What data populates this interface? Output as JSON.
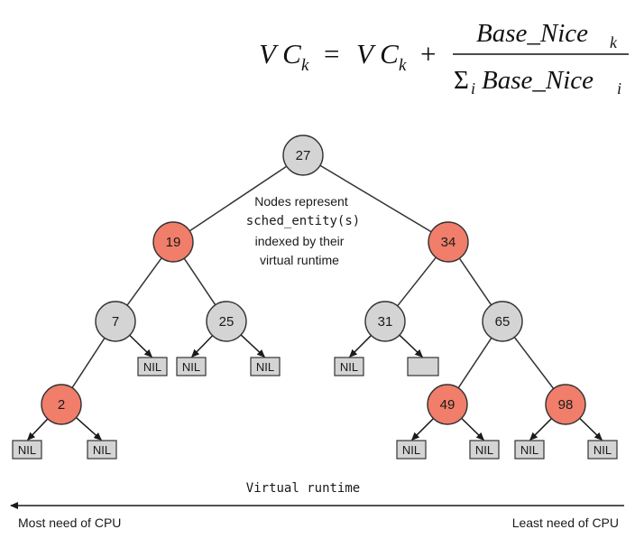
{
  "formula": {
    "lhs_var": "V C",
    "lhs_sub": "k",
    "equals": "=",
    "rhs_var": "V C",
    "rhs_sub": "k",
    "plus": "+",
    "num": "Base_Nice",
    "num_sub": "k",
    "den_sigma": "Σ",
    "den_sigma_sub": "i",
    "den": "Base_Nice",
    "den_sub": "i"
  },
  "caption": {
    "line1": "Nodes represent",
    "line2": "sched_entity(s)",
    "line3": "indexed by their",
    "line4": "virtual runtime"
  },
  "colors": {
    "black_node": "#d4d4d4",
    "red_node": "#f07e6a",
    "nil_fill": "#d4d4d4",
    "stroke": "#333333"
  },
  "nodes": [
    {
      "label": "27",
      "color": "black"
    },
    {
      "label": "19",
      "color": "red"
    },
    {
      "label": "34",
      "color": "red"
    },
    {
      "label": "7",
      "color": "black"
    },
    {
      "label": "25",
      "color": "black"
    },
    {
      "label": "31",
      "color": "black"
    },
    {
      "label": "65",
      "color": "black"
    },
    {
      "label": "2",
      "color": "red"
    },
    {
      "label": "49",
      "color": "red"
    },
    {
      "label": "98",
      "color": "red"
    }
  ],
  "nil_label": "NIL",
  "axis": {
    "title": "Virtual runtime",
    "left": "Most need of CPU",
    "right": "Least need of CPU"
  }
}
